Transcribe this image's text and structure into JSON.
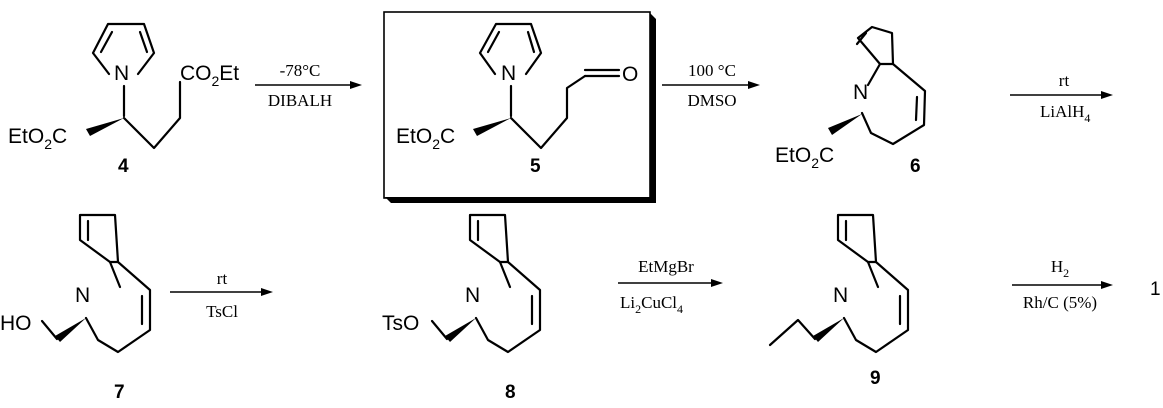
{
  "compounds": [
    {
      "id": "4",
      "label": "4"
    },
    {
      "id": "5",
      "label": "5"
    },
    {
      "id": "6",
      "label": "6"
    },
    {
      "id": "7",
      "label": "7"
    },
    {
      "id": "8",
      "label": "8"
    },
    {
      "id": "9",
      "label": "9"
    }
  ],
  "atoms": {
    "N": "N",
    "O": "O",
    "Et": "Et",
    "C": "C",
    "CO": "CO",
    "EtO": "EtO",
    "HO": "HO",
    "TsO": "TsO",
    "two": "2"
  },
  "steps": [
    {
      "top": "-78°C",
      "bottom": "DIBALH"
    },
    {
      "top": "100 °C",
      "bottom": "DMSO"
    },
    {
      "top": "rt",
      "bottom_main": "LiAlH",
      "bottom_sub": "4"
    },
    {
      "top": "rt",
      "bottom": "TsCl"
    },
    {
      "top": "EtMgBr",
      "bottom_pre": "Li",
      "bottom_sub1": "2",
      "bottom_mid": "CuCl",
      "bottom_sub2": "4"
    },
    {
      "top_main": "H",
      "top_sub": "2",
      "bottom": "Rh/C (5%)"
    }
  ],
  "trailing_mark": "1"
}
